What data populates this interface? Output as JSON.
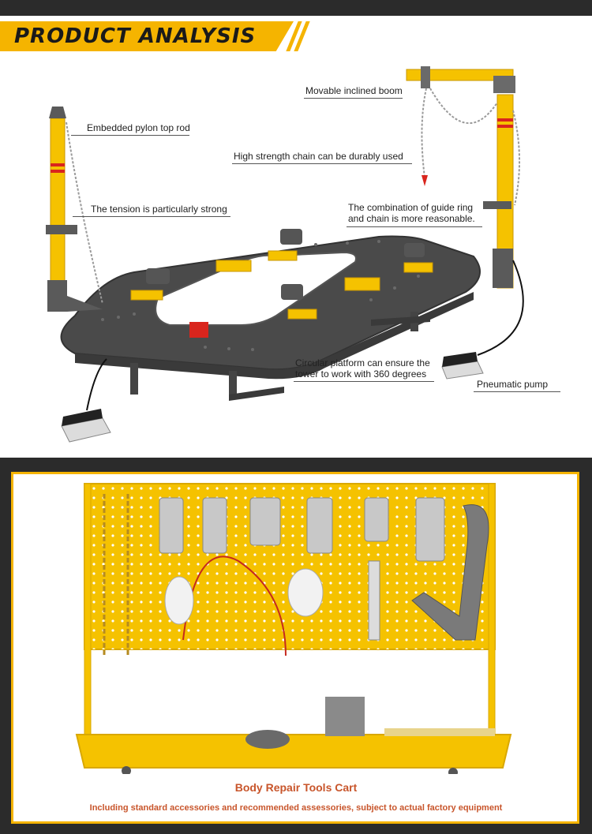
{
  "title": "PRODUCT ANALYSIS",
  "callouts": {
    "boom": "Movable inclined boom",
    "pylon": "Embedded pylon top rod",
    "chain": "High strength chain can be durably used",
    "tension": "The tension is particularly strong",
    "guide_ring_1": "The combination of guide ring",
    "guide_ring_2": "and chain is more reasonable.",
    "platform_1": "Circular platform can ensure the",
    "platform_2": "tower to work with 360 degrees",
    "pump": "Pneumatic pump"
  },
  "tools": {
    "title": "Body Repair Tools Cart",
    "subtitle": "Including standard accessories and recommended assessories, subject to actual factory equipment"
  },
  "colors": {
    "accent": "#f5b400",
    "dark": "#2b2b2b",
    "caption": "#c8552b",
    "frame": "#5a5a5a"
  }
}
